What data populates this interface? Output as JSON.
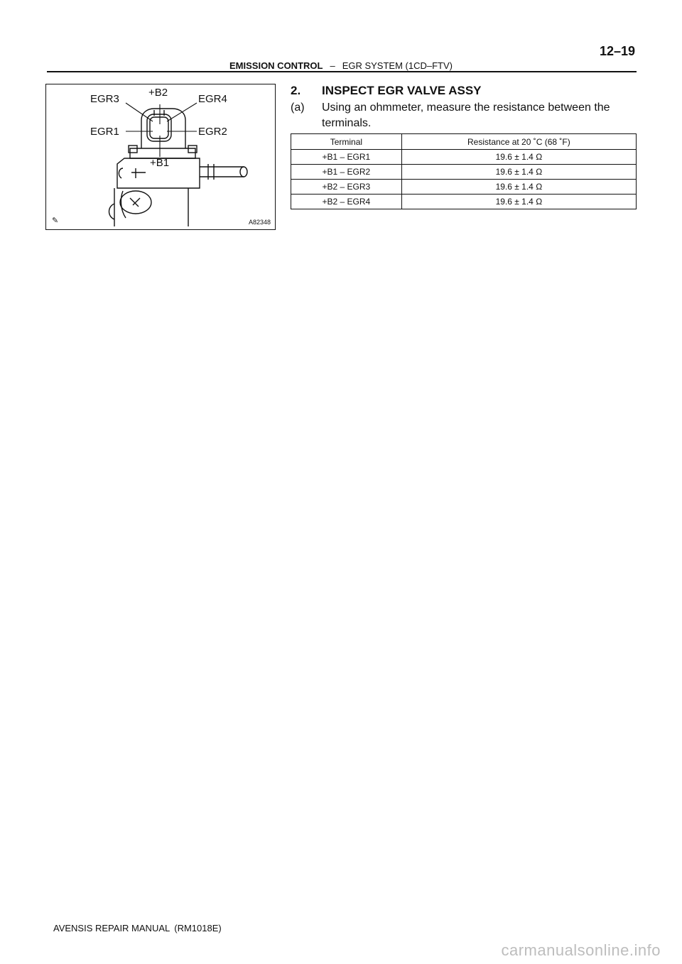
{
  "header": {
    "section": "EMISSION CONTROL",
    "separator": "–",
    "subsection": "EGR SYSTEM (1CD–FTV)",
    "page_number": "12–19"
  },
  "figure": {
    "labels": {
      "egr3": "EGR3",
      "b2": "+B2",
      "egr4": "EGR4",
      "egr1": "EGR1",
      "egr2": "EGR2",
      "b1": "+B1"
    },
    "figure_id": "A82348"
  },
  "step": {
    "number": "2.",
    "title": "INSPECT EGR VALVE ASSY"
  },
  "substep": {
    "label": "(a)",
    "text": "Using an ohmmeter, measure the resistance between the terminals."
  },
  "table": {
    "headers": [
      "Terminal",
      "Resistance at 20 ˚C (68 ˚F)"
    ],
    "rows": [
      [
        "+B1 – EGR1",
        "19.6 ± 1.4 Ω"
      ],
      [
        "+B1 – EGR2",
        "19.6 ± 1.4 Ω"
      ],
      [
        "+B2 – EGR3",
        "19.6 ± 1.4 Ω"
      ],
      [
        "+B2 – EGR4",
        "19.6 ± 1.4 Ω"
      ]
    ]
  },
  "footer": {
    "manual": "AVENSIS REPAIR MANUAL",
    "code": "(RM1018E)"
  },
  "watermark": "carmanualsonline.info"
}
